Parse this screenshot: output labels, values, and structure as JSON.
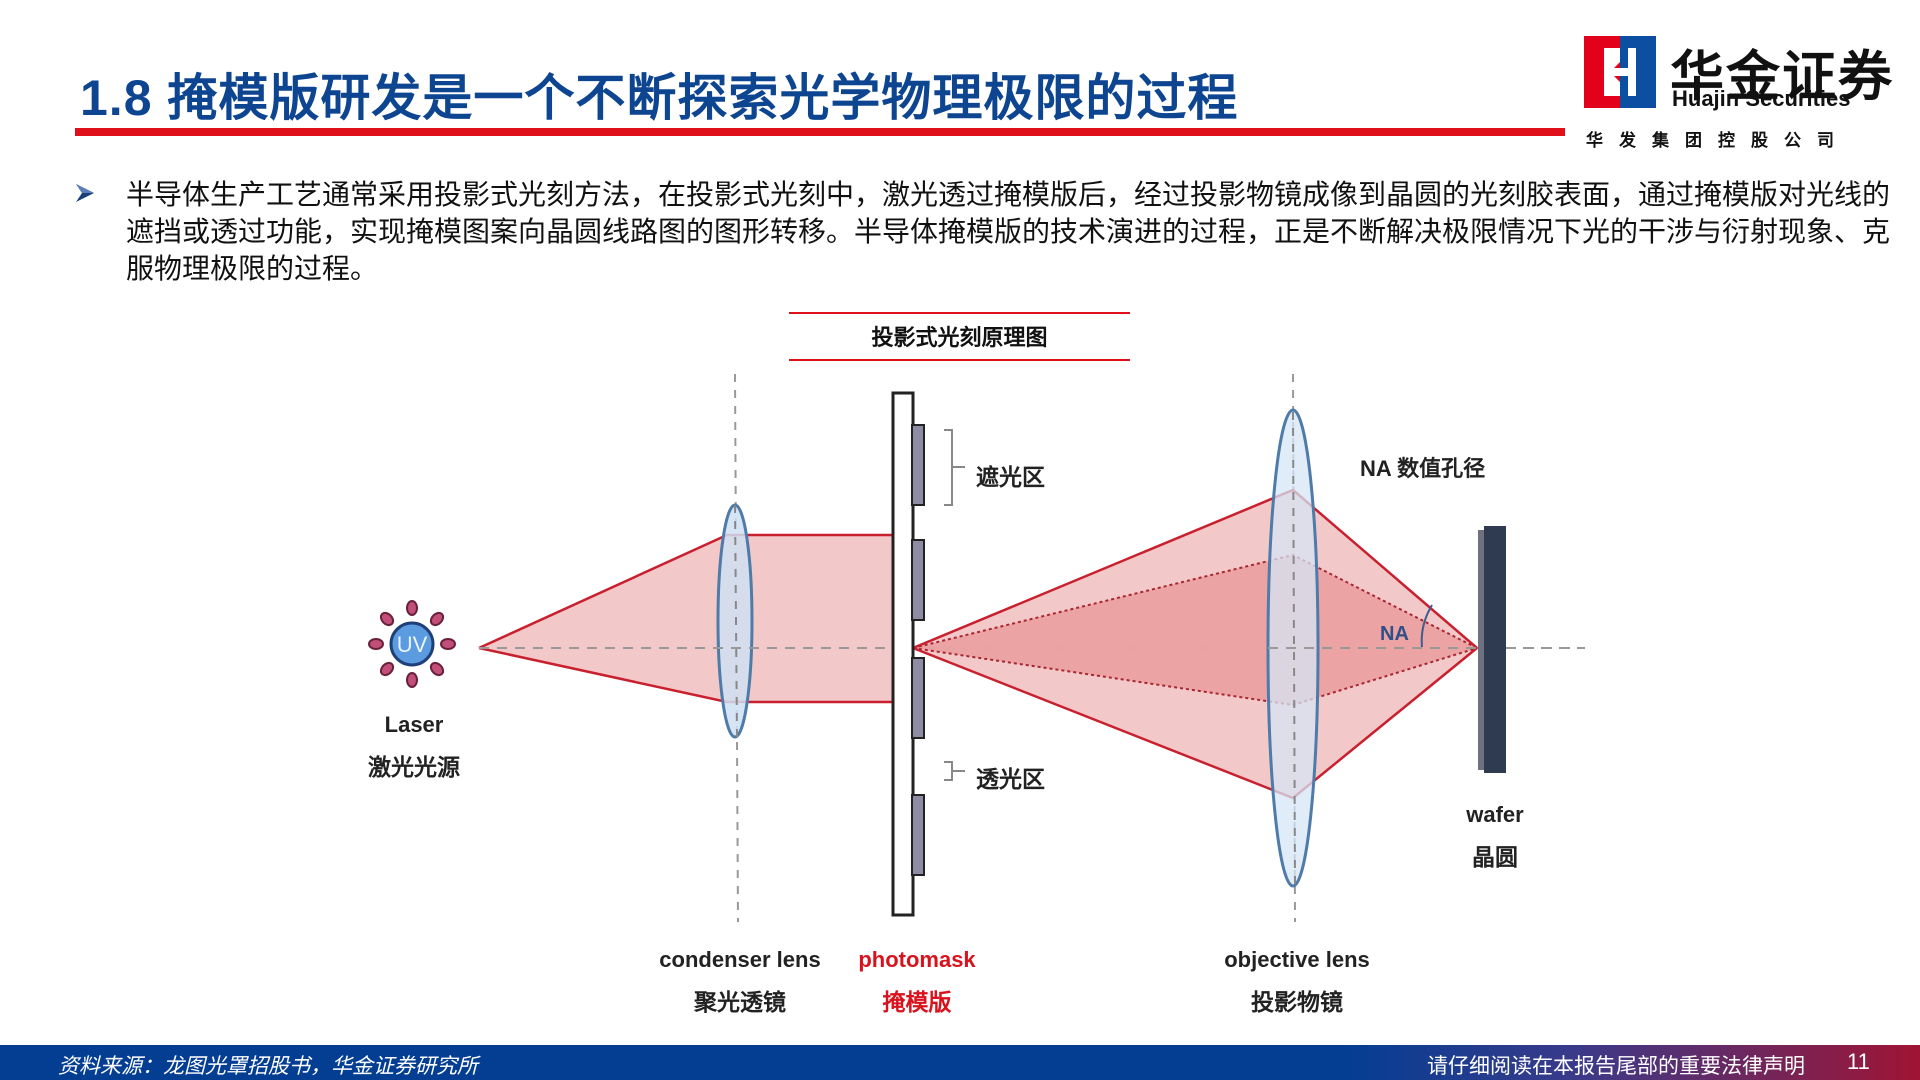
{
  "header": {
    "title": "1.8 掩模版研发是一个不断探索光学物理极限的过程",
    "logo": {
      "name_cn": "华金证券",
      "name_en": "Huajin Securities",
      "subtitle": "华发集团控股公司",
      "colors": {
        "red": "#e2001a",
        "blue": "#0b4ea2"
      }
    },
    "accent_color": "#e0101b",
    "title_color": "#0d4591"
  },
  "body": {
    "bullet_icon": "arrow-bullet-icon",
    "bullet_text": "半导体生产工艺通常采用投影式光刻方法，在投影式光刻中，激光透过掩模版后，经过投影物镜成像到晶圆的光刻胶表面，通过掩模版对光线的遮挡或透过功能，实现掩模图案向晶圆线路图的图形转移。半导体掩模版的技术演进的过程，正是不断解决极限情况下光的干涉与衍射现象、克服物理极限的过程。"
  },
  "figure": {
    "title": "投影式光刻原理图",
    "source": {
      "icon_text": "UV",
      "label_en": "Laser",
      "label_cn": "激光光源"
    },
    "condenser": {
      "label_en": "condenser lens",
      "label_cn": "聚光透镜"
    },
    "photomask": {
      "label_en": "photomask",
      "label_cn": "掩模版",
      "opaque_label": "遮光区",
      "transparent_label": "透光区"
    },
    "objective": {
      "label_en": "objective lens",
      "label_cn": "投影物镜"
    },
    "na": {
      "label": "NA 数值孔径",
      "angle_label": "NA"
    },
    "wafer": {
      "label_en": "wafer",
      "label_cn": "晶圆"
    }
  },
  "footer": {
    "source": "资料来源：龙图光罩招股书，华金证券研究所",
    "disclaimer": "请仔细阅读在本报告尾部的重要法律声明",
    "page_number": "11"
  }
}
